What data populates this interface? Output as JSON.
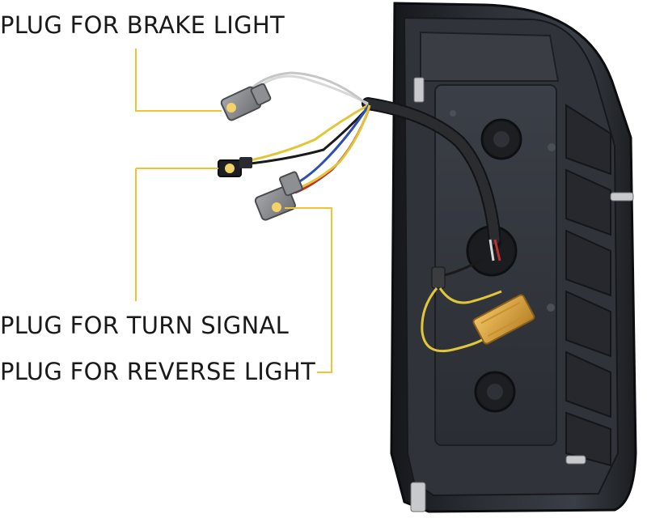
{
  "callouts": {
    "brake": "PLUG FOR BRAKE LIGHT",
    "turn": "PLUG FOR TURN SIGNAL",
    "reverse": "PLUG FOR REVERSE LIGHT"
  },
  "colors": {
    "callout_line": "#f2c230",
    "housing": "#2a2d33",
    "housing_edge": "#111316",
    "resistor": "#e0a93a",
    "wire_yellow": "#e2c63a",
    "wire_blue": "#2c4fb0",
    "wire_red": "#c0302a",
    "wire_white": "#d8d8d8"
  }
}
